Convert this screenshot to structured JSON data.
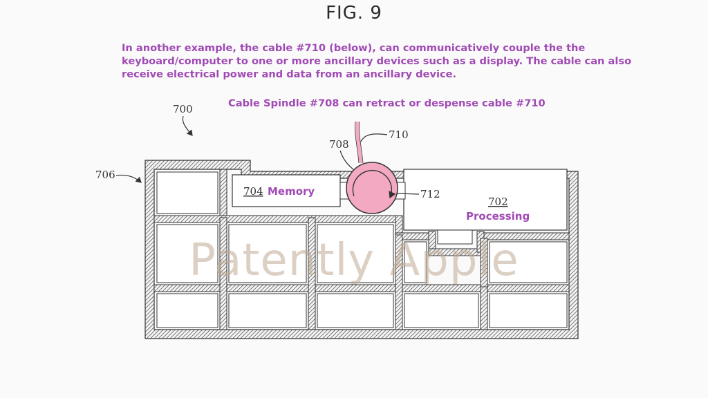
{
  "figure": {
    "title": "FIG. 9"
  },
  "caption": {
    "text": "In another example, the cable #710 (below), can communicatively couple the the keyboard/computer to one or more ancillary devices such as a display. The cable can also receive electrical power and data from an ancillary device."
  },
  "spindle_caption": {
    "text": "Cable Spindle #708 can retract or despense cable #710"
  },
  "refs": {
    "r700": "700",
    "r706": "706",
    "r708": "708",
    "r710": "710",
    "r712": "712",
    "r704": "704",
    "r702": "702"
  },
  "labels": {
    "memory": "Memory",
    "processing": "Processing"
  },
  "watermark": {
    "text": "Patently Apple"
  },
  "colors": {
    "annotation": "#a04ab4",
    "spindle_fill": "#f3a9c2",
    "line": "#333333"
  }
}
